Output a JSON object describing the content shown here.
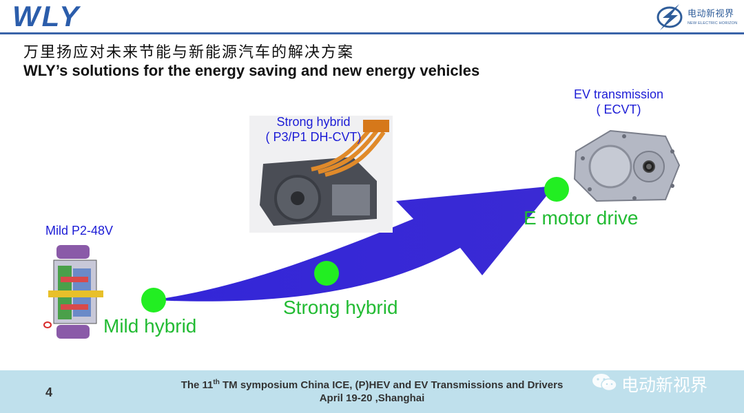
{
  "header": {
    "logo_text": "WLY",
    "brand_name": "电动新视界",
    "brand_sub": "NEW ELECTRIC HORIZON"
  },
  "title": {
    "cn": "万里扬应对未来节能与新能源汽车的解决方案",
    "en": "WLY’s solutions for  the energy saving  and new energy vehicles"
  },
  "stages": {
    "mild": {
      "photo_caption": "Mild  P2-48V",
      "label": "Mild  hybrid"
    },
    "strong": {
      "photo_caption_1": "Strong  hybrid",
      "photo_caption_2": "( P3/P1 DH-CVT)",
      "label": "Strong hybrid"
    },
    "ev": {
      "photo_caption_1": "EV transmission",
      "photo_caption_2": "( ECVT)",
      "label": "E motor  drive"
    }
  },
  "footer": {
    "page_number": "4",
    "line1_pre": "The 11",
    "line1_sup": "th",
    "line1_post": " TM symposium China ICE, (P)HEV and EV Transmissions and Drivers",
    "line2": "April 19-20 ,Shanghai"
  },
  "watermark": {
    "text": "电动新视界",
    "icon": "wechat-icon"
  },
  "colors": {
    "arrow": "#3a2ad4",
    "dot": "#22ee22",
    "label_green": "#22bb33",
    "label_blue": "#1c1cd6",
    "header_line": "#3a64a8",
    "footer_bg": "#bfe0ec"
  }
}
